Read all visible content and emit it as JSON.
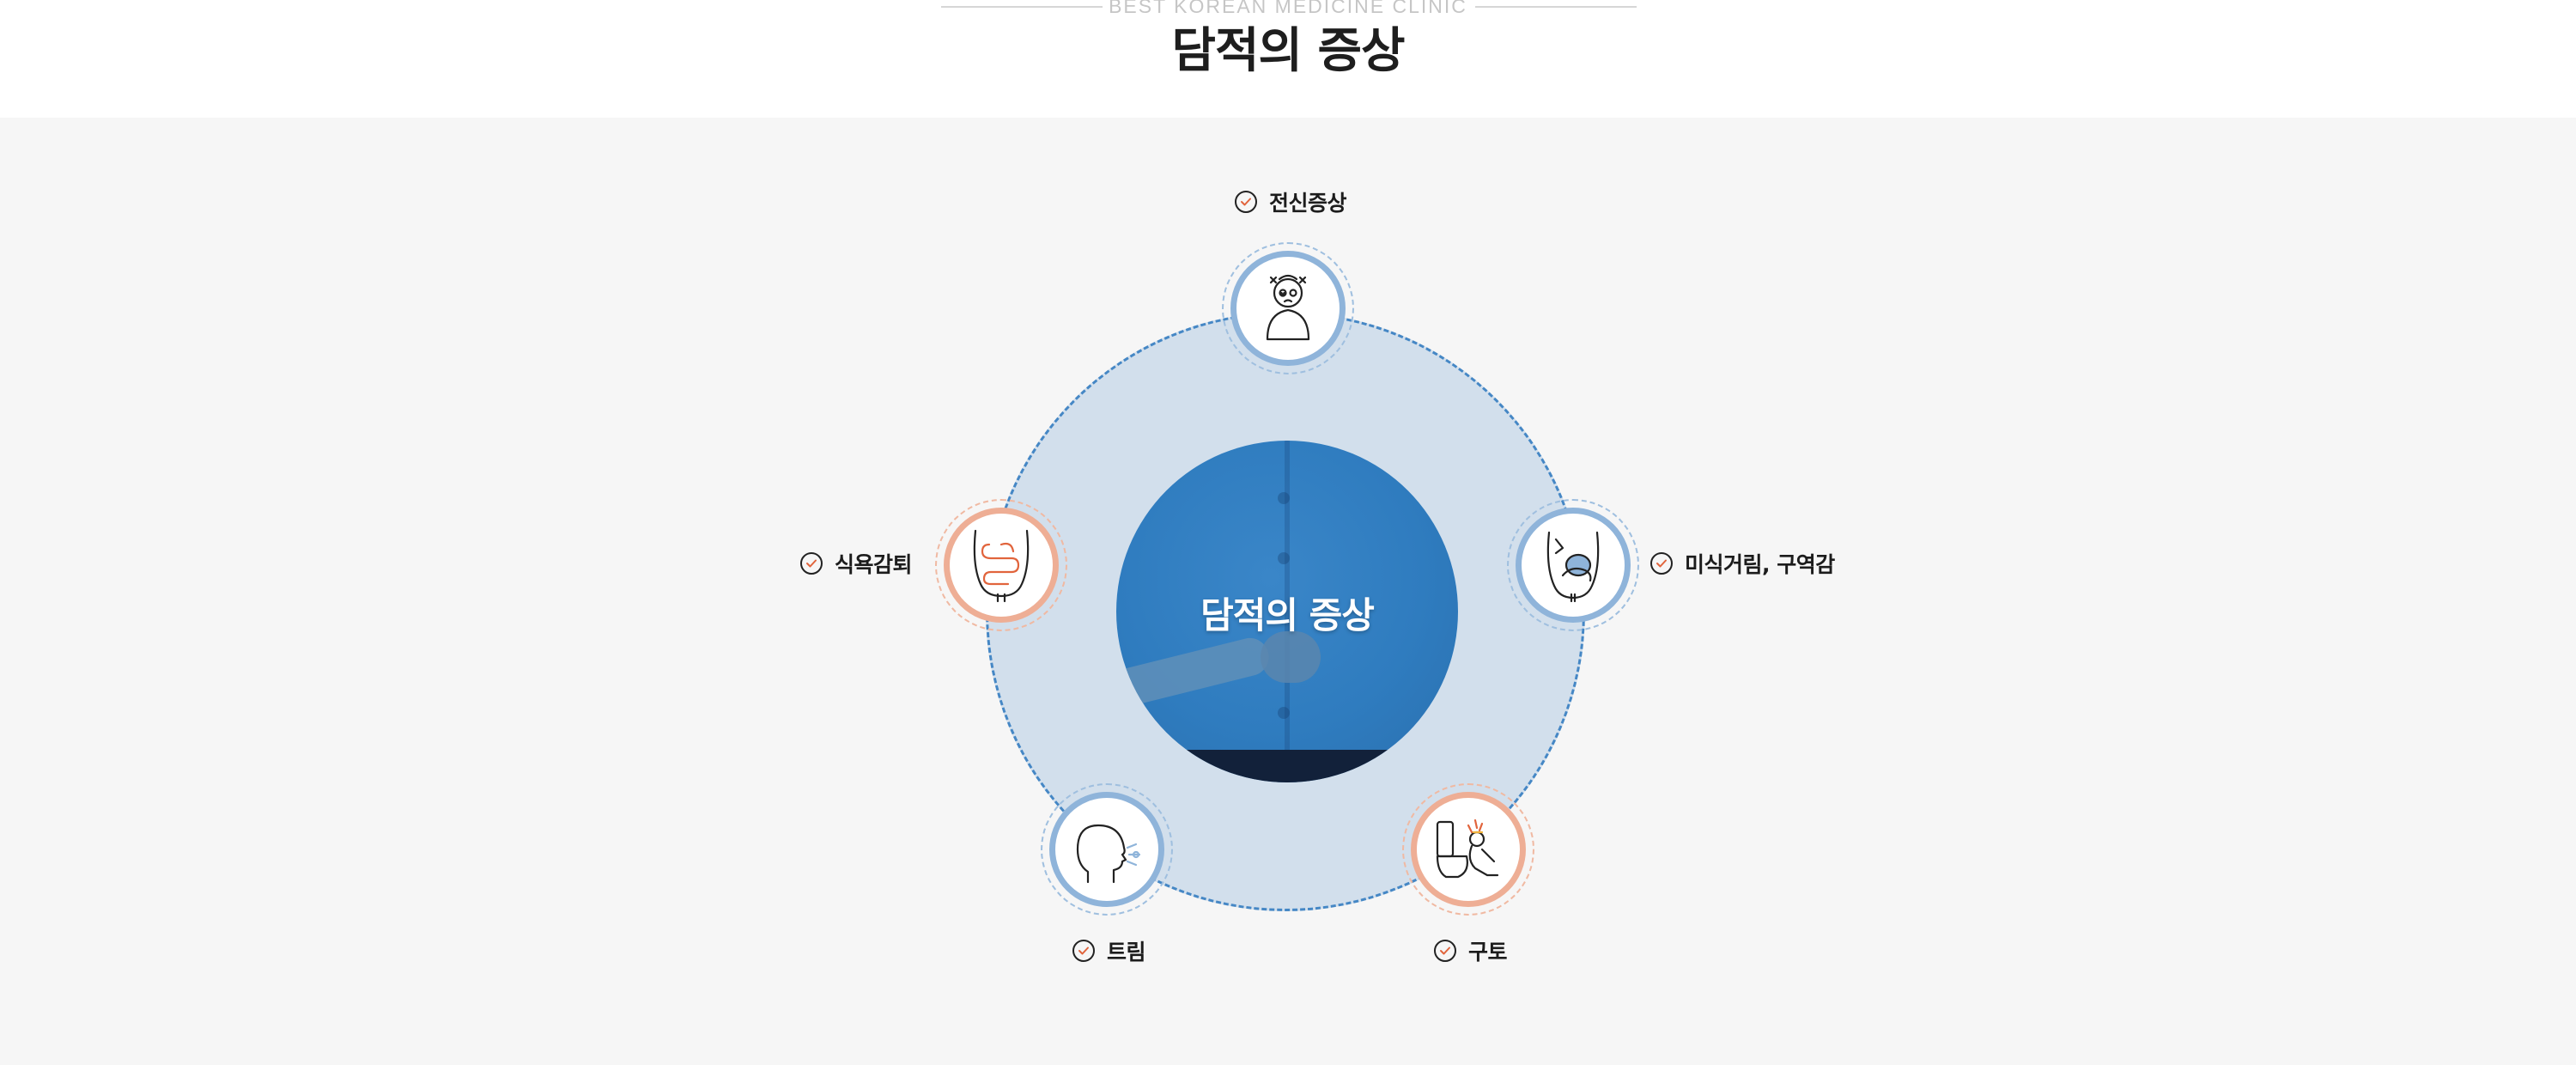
{
  "header": {
    "eyebrow": "BEST KOREAN MEDICINE CLINIC",
    "title": "담적의 증상"
  },
  "diagram": {
    "center_label": "담적의 증상",
    "symptoms": [
      {
        "id": "general",
        "label": "전신증상",
        "icon": "dizzy-person-icon"
      },
      {
        "id": "nausea",
        "label": "미식거림, 구역감",
        "icon": "stomach-pain-icon"
      },
      {
        "id": "vomit",
        "label": "구토",
        "icon": "vomiting-toilet-icon"
      },
      {
        "id": "burp",
        "label": "트림",
        "icon": "burping-face-icon"
      },
      {
        "id": "appetite",
        "label": "식욕감퇴",
        "icon": "intestine-icon"
      }
    ]
  },
  "colors": {
    "ring_fill": "#d2dfec",
    "ring_dash": "#4587c5",
    "center_blue": "#2f7cbf",
    "node_blue": "#8fb4da",
    "node_orange": "#eeae95",
    "background": "#f6f6f6"
  }
}
